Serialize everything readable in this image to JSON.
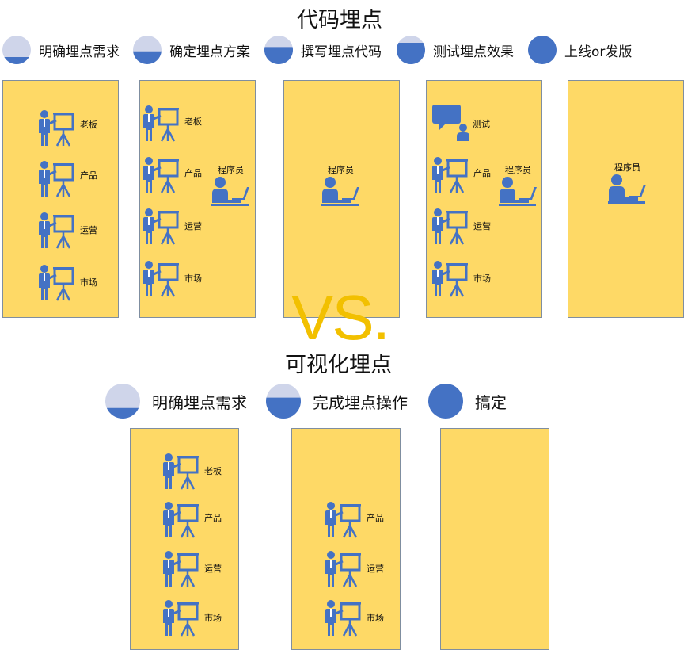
{
  "code_tracking": {
    "title": "代码埋点",
    "steps": [
      {
        "label": "明确埋点需求",
        "fill": 0.25
      },
      {
        "label": "确定埋点方案",
        "fill": 0.45
      },
      {
        "label": "撰写埋点代码",
        "fill": 0.6
      },
      {
        "label": "测试埋点效果",
        "fill": 0.75
      },
      {
        "label": "上线or发版",
        "fill": 1.0
      }
    ],
    "panels": [
      {
        "presenters": [
          "老板",
          "产品",
          "运营",
          "市场"
        ]
      },
      {
        "presenters": [
          "老板",
          "产品",
          "运营",
          "市场"
        ],
        "programmer": "程序员"
      },
      {
        "programmer": "程序员"
      },
      {
        "tester": "测试",
        "presenters": [
          "产品",
          "运营",
          "市场"
        ],
        "programmer": "程序员"
      },
      {
        "programmer": "程序员"
      }
    ]
  },
  "vs_text": "VS.",
  "visual_tracking": {
    "title": "可视化埋点",
    "steps": [
      {
        "label": "明确埋点需求",
        "fill": 0.3
      },
      {
        "label": "完成埋点操作",
        "fill": 0.6
      },
      {
        "label": "搞定",
        "fill": 1.0
      }
    ],
    "panels": [
      {
        "presenters": [
          "老板",
          "产品",
          "运营",
          "市场"
        ]
      },
      {
        "presenters": [
          "产品",
          "运营",
          "市场"
        ]
      },
      {
        "presenters": []
      }
    ]
  },
  "colors": {
    "panel_fill": "#FED966",
    "icon_blue": "#4472C4",
    "progress_light": "#CFD5EA",
    "vs_gold": "#F2C000"
  }
}
